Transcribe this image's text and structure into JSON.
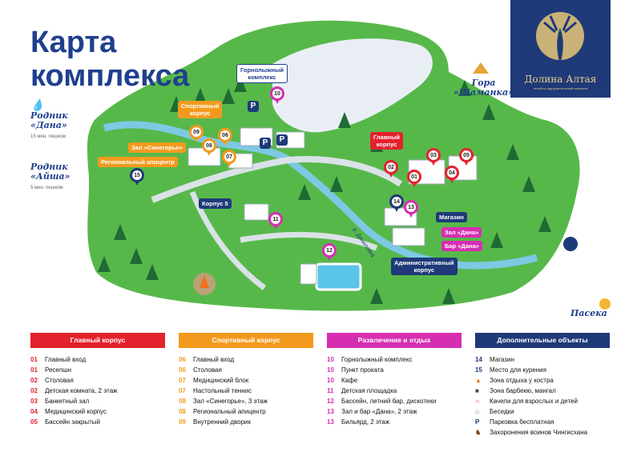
{
  "title": [
    "Карта",
    "комплекса"
  ],
  "logo": {
    "name": "Долина Алтая",
    "subtitle": "лечебно-оздоровительный комплекс"
  },
  "outside": {
    "rodnik_dana": {
      "title": [
        "Родник",
        "«Дана»"
      ],
      "note": "15 мин. пешком"
    },
    "rodnik_aisha": {
      "title": [
        "Родник",
        "«Айша»"
      ],
      "note": "5 мин. пешком"
    },
    "gora": {
      "title": [
        "Гора",
        "«Шаманка»"
      ]
    },
    "paseka": {
      "title": "Пасека"
    },
    "river": "р. Даниловка"
  },
  "map_labels": {
    "ski": [
      "Горнолыжный",
      "комплекс"
    ],
    "sport": [
      "Спортивный",
      "корпус"
    ],
    "sinegorie": "Зал «Синегорье»",
    "apicentr": "Региональный апицентр",
    "main": [
      "Главный",
      "корпус"
    ],
    "korpus5": "Корпус 5",
    "shop": "Магазин",
    "zal_dana": "Зал «Дана»",
    "bar_dana": "Бар «Дана»",
    "admin": [
      "Административный",
      "корпус"
    ]
  },
  "legend": [
    {
      "header": "Главный корпус",
      "color": "#e3222d",
      "items": [
        {
          "num": "01",
          "label": "Главный вход"
        },
        {
          "num": "01",
          "label": "Ресепшн"
        },
        {
          "num": "02",
          "label": "Столовая"
        },
        {
          "num": "02",
          "label": "Детская комната, 2 этаж"
        },
        {
          "num": "03",
          "label": "Банкетный зал"
        },
        {
          "num": "04",
          "label": "Медицинский корпус"
        },
        {
          "num": "05",
          "label": "Бассейн закрытый"
        }
      ]
    },
    {
      "header": "Спортивный корпус",
      "color": "#f39a1e",
      "items": [
        {
          "num": "06",
          "label": "Главный вход"
        },
        {
          "num": "06",
          "label": "Столовая"
        },
        {
          "num": "07",
          "label": "Медицинский блок"
        },
        {
          "num": "07",
          "label": "Настольный теннис"
        },
        {
          "num": "08",
          "label": "Зал «Синегорье», 3 этаж"
        },
        {
          "num": "08",
          "label": "Региональный апицентр"
        },
        {
          "num": "09",
          "label": "Внутренний дворик"
        }
      ]
    },
    {
      "header": "Развлечение и отдых",
      "color": "#d62eb1",
      "items": [
        {
          "num": "10",
          "label": "Горнолыжный комплекс"
        },
        {
          "num": "10",
          "label": "Пункт проката"
        },
        {
          "num": "10",
          "label": "Кафе"
        },
        {
          "num": "11",
          "label": "Детская площадка"
        },
        {
          "num": "12",
          "label": "Бассейн, летний бар, дискотеки"
        },
        {
          "num": "13",
          "label": "Зал и бар «Дана», 2 этаж"
        },
        {
          "num": "13",
          "label": "Бильярд, 2 этаж"
        }
      ]
    },
    {
      "header": "Дополнительные объекты",
      "color": "#1e3a78",
      "items": [
        {
          "num": "14",
          "label": "Магазин"
        },
        {
          "num": "15",
          "label": "Место для курения"
        },
        {
          "icon": "campfire-icon",
          "label": "Зона отдыха у костра"
        },
        {
          "icon": "grill-icon",
          "label": "Зона барбекю, мангал"
        },
        {
          "icon": "swing-icon",
          "label": "Качели для взрослых и детей"
        },
        {
          "icon": "gazebo-icon",
          "label": "Беседки"
        },
        {
          "icon": "parking-icon",
          "glyph": "P",
          "label": "Парковка бесплатная"
        },
        {
          "icon": "horseman-icon",
          "label": "Захоронения воинов Чингисхана"
        }
      ]
    }
  ],
  "pins": [
    {
      "n": "10",
      "color": "pink"
    },
    {
      "n": "09",
      "color": "orange"
    },
    {
      "n": "06",
      "color": "orange"
    },
    {
      "n": "08",
      "color": "orange"
    },
    {
      "n": "07",
      "color": "orange"
    },
    {
      "n": "15",
      "color": "navy"
    },
    {
      "n": "02",
      "color": "red"
    },
    {
      "n": "01",
      "color": "red"
    },
    {
      "n": "03",
      "color": "red"
    },
    {
      "n": "04",
      "color": "red"
    },
    {
      "n": "05",
      "color": "red"
    },
    {
      "n": "14",
      "color": "navy"
    },
    {
      "n": "13",
      "color": "pink"
    },
    {
      "n": "11",
      "color": "pink"
    },
    {
      "n": "12",
      "color": "pink"
    }
  ],
  "parking_glyph": "P",
  "colors": {
    "grass": "#57b84a",
    "dark_grass": "#3e9a3e",
    "road": "#c9d6dc",
    "water": "#7ec8e3",
    "navy": "#1e3a78"
  }
}
